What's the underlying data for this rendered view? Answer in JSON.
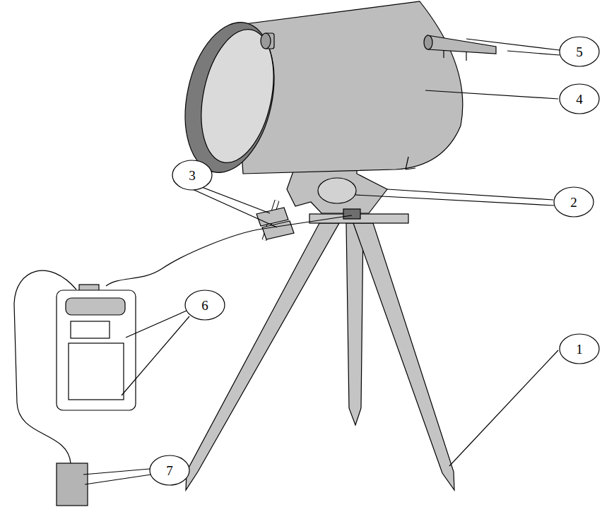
{
  "diagram": {
    "nodes": [
      {
        "text": [
          "5"
        ]
      },
      {
        "text": [
          "4"
        ]
      },
      {
        "text": [
          "3"
        ]
      },
      {
        "text": [
          "2"
        ]
      },
      {
        "text": [
          "6"
        ]
      },
      {
        "text": [
          "1"
        ]
      },
      {
        "text": [
          "7"
        ]
      }
    ]
  }
}
